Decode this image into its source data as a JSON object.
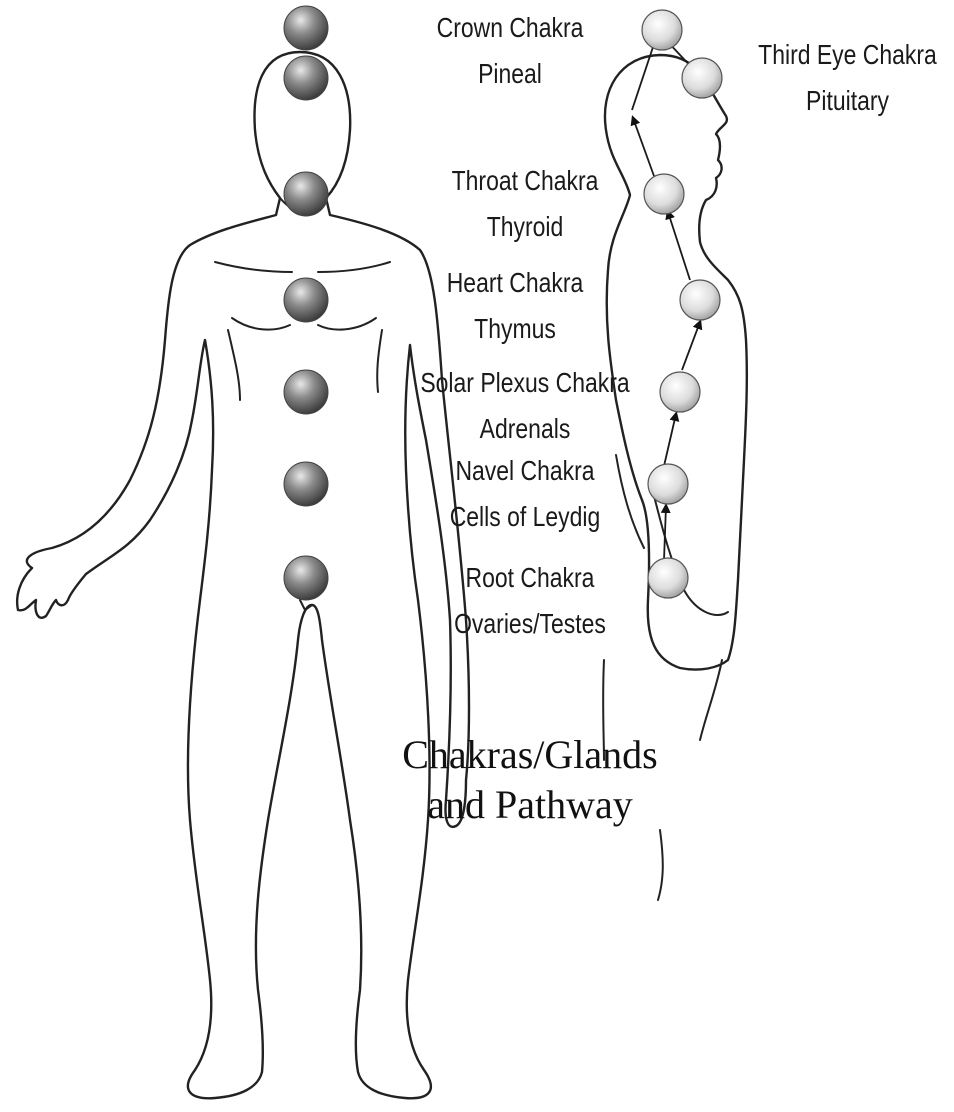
{
  "title_line1": "Chakras/Glands",
  "title_line2": "and Pathway",
  "colors": {
    "front_orb": "#7d7d7d",
    "side_orb": "#d9d9d9",
    "outline": "#222222"
  },
  "chakras": [
    {
      "name": "Crown Chakra",
      "gland": "Pineal"
    },
    {
      "name": "Third Eye Chakra",
      "gland": "Pituitary"
    },
    {
      "name": "Throat Chakra",
      "gland": "Thyroid"
    },
    {
      "name": "Heart Chakra",
      "gland": "Thymus"
    },
    {
      "name": "Solar Plexus Chakra",
      "gland": "Adrenals"
    },
    {
      "name": "Navel Chakra",
      "gland": "Cells of Leydig"
    },
    {
      "name": "Root Chakra",
      "gland": "Ovaries/Testes"
    }
  ]
}
